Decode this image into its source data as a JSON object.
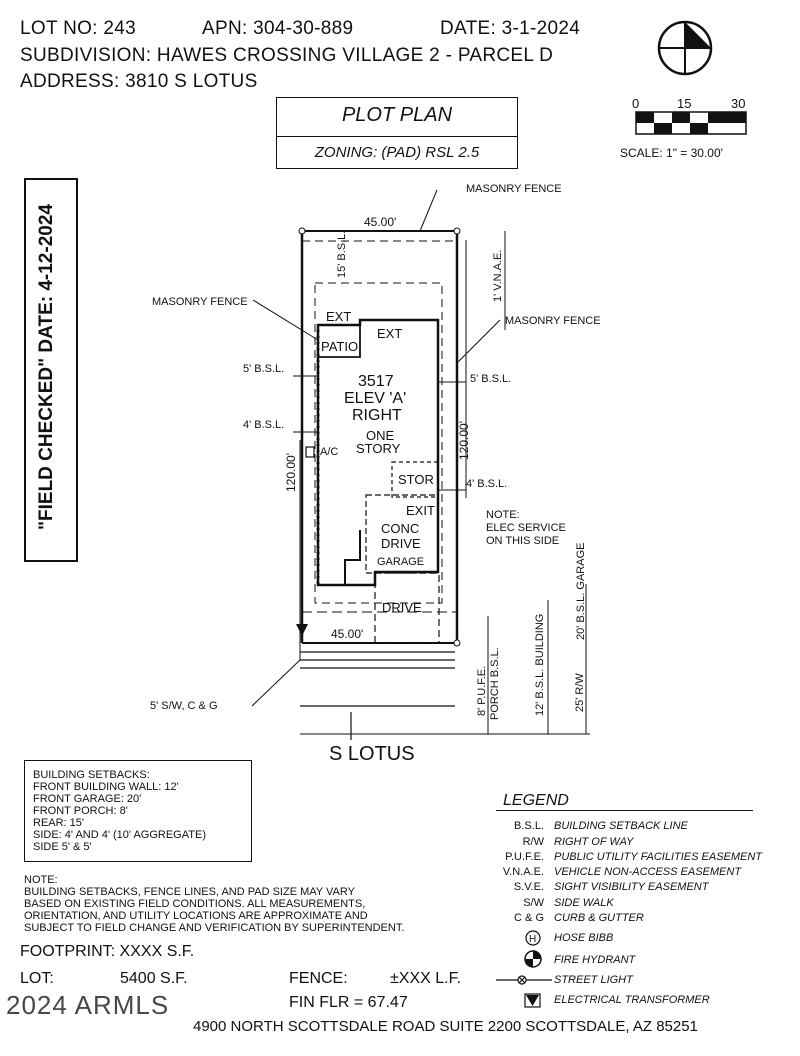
{
  "header": {
    "lot": "LOT NO: 243",
    "apn": "APN: 304-30-889",
    "date": "DATE: 3-1-2024",
    "subdivision": "SUBDIVISION: HAWES CROSSING VILLAGE 2 - PARCEL D",
    "address": "ADDRESS: 3810 S LOTUS"
  },
  "title_box": {
    "title": "PLOT PLAN",
    "zoning": "ZONING: (PAD) RSL 2.5"
  },
  "scale": {
    "zero": "0",
    "mid": "15",
    "end": "30",
    "label": "SCALE: 1\" = 30.00'"
  },
  "field_checked": "\"FIELD CHECKED\" DATE: 4-12-2024",
  "plan": {
    "top_width": "45.00'",
    "bottom_width": "45.00'",
    "masonry_top": "MASONRY FENCE",
    "masonry_left": "MASONRY FENCE",
    "masonry_right": "MASONRY FENCE",
    "rear_bsl": "15' B.S.L.",
    "vnae": "1' V.N.A.E.",
    "ext1": "EXT",
    "ext2": "EXT",
    "patio": "PATIO",
    "plan_no": "3517",
    "elev": "ELEV 'A'",
    "right": "RIGHT",
    "one": "ONE",
    "story": "STORY",
    "ac": "A/C",
    "stor": "STOR",
    "exit": "EXIT",
    "conc": "CONC",
    "drive": "DRIVE",
    "garage": "GARAGE",
    "drive2": "DRIVE",
    "left_5bsl": "5' B.S.L.",
    "left_4bsl": "4' B.S.L.",
    "right_5bsl": "5' B.S.L.",
    "right_4bsl": "4' B.S.L.",
    "left_depth": "120.00'",
    "right_depth": "120.00'",
    "note": "NOTE:",
    "note_text1": "ELEC SERVICE",
    "note_text2": "ON THIS SIDE",
    "garage_bsl": "20' B.S.L. GARAGE",
    "pufe": "8' P.U.F.E.",
    "porch_bsl": "PORCH B.S.L.",
    "bldg_bsl": "12' B.S.L. BUILDING",
    "rw": "25' R/W",
    "sw": "5' S/W, C & G",
    "street": "S   LOTUS"
  },
  "setbacks": {
    "title": "BUILDING SETBACKS:",
    "rows": [
      "FRONT BUILDING WALL: 12'",
      "FRONT GARAGE: 20'",
      "FRONT PORCH: 8'",
      "REAR: 15'",
      "SIDE: 4' AND 4' (10' AGGREGATE)",
      "SIDE                              5' & 5'"
    ]
  },
  "notes": [
    "NOTE:",
    "BUILDING SETBACKS, FENCE LINES, AND PAD SIZE MAY VARY",
    "BASED ON EXISTING FIELD CONDITIONS.  ALL MEASUREMENTS,",
    "ORIENTATION, AND UTILITY LOCATIONS ARE APPROXIMATE AND",
    "SUBJECT TO FIELD CHANGE AND VERIFICATION BY SUPERINTENDENT."
  ],
  "footprint": "FOOTPRINT: XXXX S.F.",
  "lot_label": "LOT:",
  "lot_value": "5400 S.F.",
  "fence_label": "FENCE:",
  "fence_value": "±XXX L.F.",
  "fin_flr": "FIN FLR =  67.47",
  "watermark": "2024 ARMLS",
  "footer_address": "4900 NORTH SCOTTSDALE ROAD SUITE 2200 SCOTTSDALE, AZ  85251",
  "legend": {
    "title": "LEGEND",
    "items": [
      {
        "abbr": "B.S.L.",
        "desc": "BUILDING SETBACK LINE"
      },
      {
        "abbr": "R/W",
        "desc": "RIGHT OF WAY"
      },
      {
        "abbr": "P.U.F.E.",
        "desc": "PUBLIC UTILITY FACILITIES EASEMENT"
      },
      {
        "abbr": "V.N.A.E.",
        "desc": "VEHICLE NON-ACCESS EASEMENT"
      },
      {
        "abbr": "S.V.E.",
        "desc": "SIGHT VISIBILITY EASEMENT"
      },
      {
        "abbr": "S/W",
        "desc": "SIDE WALK"
      },
      {
        "abbr": "C & G",
        "desc": "CURB & GUTTER"
      }
    ],
    "symbols": [
      {
        "icon": "hose-bibb-icon",
        "desc": "HOSE BIBB"
      },
      {
        "icon": "fire-hydrant-icon",
        "desc": "FIRE HYDRANT"
      },
      {
        "icon": "street-light-icon",
        "desc": "STREET LIGHT"
      },
      {
        "icon": "electrical-transformer-icon",
        "desc": "ELECTRICAL TRANSFORMER"
      }
    ]
  }
}
